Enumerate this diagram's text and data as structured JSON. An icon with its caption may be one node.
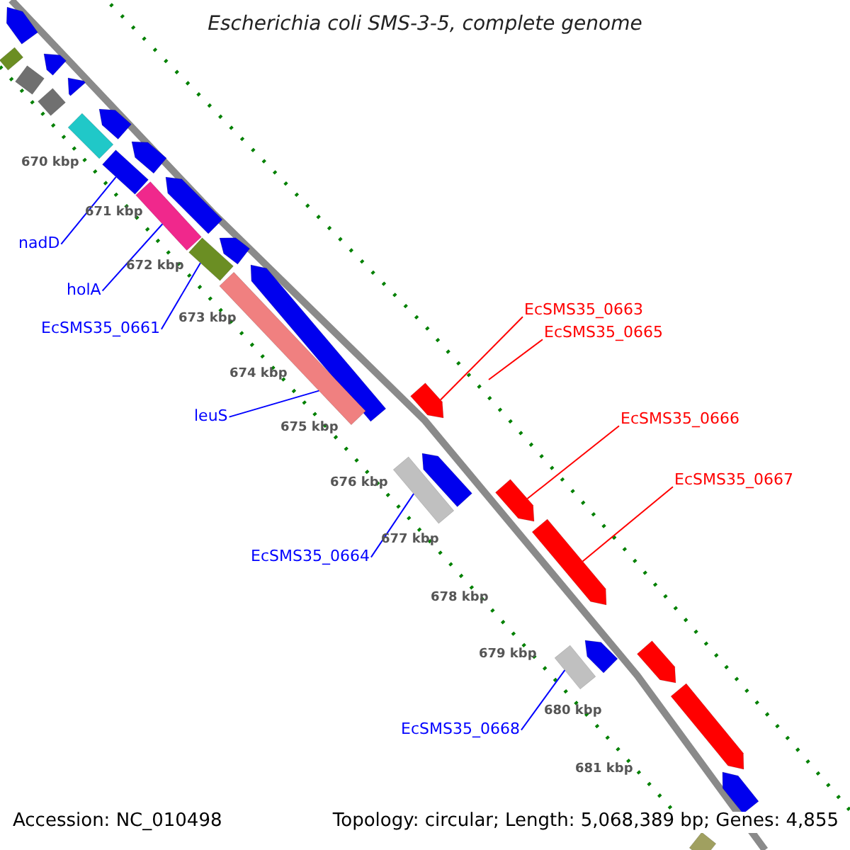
{
  "diagram": {
    "title": "Escherichia coli SMS-3-5, complete genome",
    "nodes": [
      {
        "text": [
          "nadD"
        ]
      },
      {
        "text": [
          "holA"
        ]
      },
      {
        "text": [
          "EcSMS35_0661"
        ]
      },
      {
        "text": [
          "leuS"
        ]
      },
      {
        "text": [
          "EcSMS35_0663"
        ]
      },
      {
        "text": [
          "EcSMS35_0665"
        ]
      },
      {
        "text": [
          "EcSMS35_0666"
        ]
      },
      {
        "text": [
          "EcSMS35_0667"
        ]
      },
      {
        "text": [
          "EcSMS35_0664"
        ]
      },
      {
        "text": [
          "EcSMS35_0668"
        ]
      },
      {
        "text": [],
        "shape": "bar"
      },
      {
        "text": [],
        "shape": "bar"
      },
      {
        "text": [],
        "shape": "bar"
      },
      {
        "text": [],
        "shape": "bar"
      },
      {
        "text": [],
        "shape": "bar"
      },
      {
        "text": [],
        "shape": "bar"
      },
      {
        "text": [],
        "shape": "bar"
      },
      {
        "text": [],
        "shape": "bar"
      },
      {
        "text": [],
        "shape": "bar"
      },
      {
        "text": [],
        "shape": "bar"
      },
      {
        "text": [],
        "shape": "bar"
      },
      {
        "text": [],
        "shape": "bar"
      },
      {
        "text": [],
        "shape": "bar"
      },
      {
        "text": [],
        "shape": "bar"
      },
      {
        "text": [],
        "shape": "bar"
      },
      {
        "text": [],
        "shape": "bar"
      },
      {
        "text": [],
        "shape": "bar"
      },
      {
        "text": [],
        "shape": "bar"
      },
      {
        "text": [],
        "shape": "bar"
      },
      {
        "text": [],
        "shape": "bar"
      },
      {
        "text": [],
        "shape": "bar"
      },
      {
        "text": [],
        "shape": "bar"
      },
      {
        "text": [],
        "shape": "bar"
      },
      {
        "text": [],
        "shape": "bar"
      },
      {
        "text": [],
        "shape": "bar"
      },
      {
        "text": [],
        "shape": "bar"
      },
      {
        "text": [],
        "shape": "bar"
      }
    ],
    "edges": [
      {
        "from": 0,
        "to": 19,
        "arrow": "none"
      },
      {
        "from": 1,
        "to": 21,
        "arrow": "none"
      },
      {
        "from": 2,
        "to": 23,
        "arrow": "none"
      },
      {
        "from": 3,
        "to": 25,
        "arrow": "none"
      },
      {
        "from": 4,
        "to": 26,
        "arrow": "none",
        "color": "#ff0000"
      },
      {
        "from": 5,
        "to": null,
        "arrow": "none",
        "color": "#ff0000"
      },
      {
        "from": 6,
        "to": 29,
        "arrow": "none",
        "color": "#ff0000"
      },
      {
        "from": 7,
        "to": 30,
        "arrow": "none",
        "color": "#ff0000"
      },
      {
        "from": 8,
        "to": 28,
        "arrow": "none"
      },
      {
        "from": 9,
        "to": 32,
        "arrow": "none"
      }
    ],
    "labels": [
      "670 kbp",
      "671 kbp",
      "672 kbp",
      "673 kbp",
      "674 kbp",
      "675 kbp",
      "676 kbp",
      "677 kbp",
      "678 kbp",
      "679 kbp",
      "680 kbp",
      "681 kbp",
      "Accession: NC_010498",
      "Topology: circular; Length: 5,068,389 bp; Genes: 4,855"
    ]
  }
}
